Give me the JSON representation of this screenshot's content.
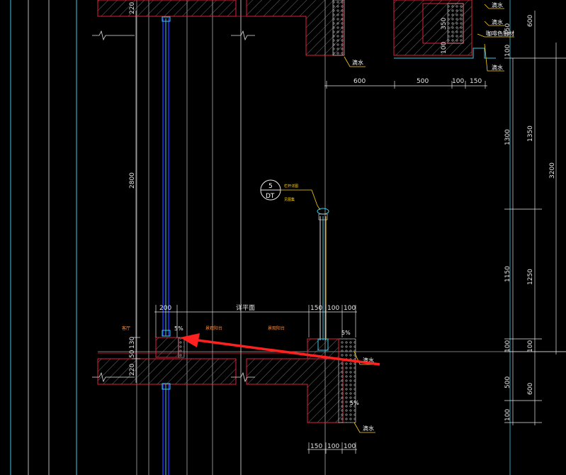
{
  "colors": {
    "background": "#000000",
    "wall_outline": "#e0203a",
    "hatch": "#8a8a8a",
    "dimension": "#e6e6e6",
    "axis_line": "#3cc8e6",
    "glass_blue": "#1a33ff",
    "leader": "#ffd21a",
    "arrow": "#ff2020"
  },
  "dimensions_top": {
    "d600": "600",
    "d500": "500",
    "d100": "100",
    "d150": "150"
  },
  "dimensions_right": {
    "d1350": "1350",
    "d1300": "1300",
    "d3200": "3200",
    "d1150": "1150",
    "d1250": "1250",
    "d100a": "100",
    "d100b": "100",
    "d500": "500",
    "d600": "600",
    "d100c": "100",
    "d450": "450"
  },
  "dimensions_left": {
    "d2800": "2800",
    "d220_top": "220",
    "d220_bottom": "220",
    "d50": "50",
    "d130": "130",
    "d350": "350",
    "d100_top": "100"
  },
  "dimensions_floor": {
    "d200": "200",
    "label_center": "详平面",
    "d150": "150",
    "d100a": "100",
    "d100b": "100"
  },
  "dimensions_bottom": {
    "d150": "150",
    "d100a": "100",
    "d100b": "100"
  },
  "annotations": {
    "drip_top_right_1": "滴水",
    "drip_top_right_2": "滴水",
    "drip_top": "滴水",
    "coffee_aluminum": "咖啡色铝材",
    "drip_mid": "滴水",
    "drip_bottom": "滴水",
    "slope_left": "5%",
    "slope_right": "5%",
    "slope_bottom": "5%",
    "room_living": "客厅",
    "room_balcony_1": "景观阳台",
    "room_balcony_2": "景观阳台",
    "rail_note_1": "栏杆详图",
    "rail_note_2": "见图集"
  },
  "detail_callout": {
    "number": "5",
    "sheet": "DT"
  }
}
